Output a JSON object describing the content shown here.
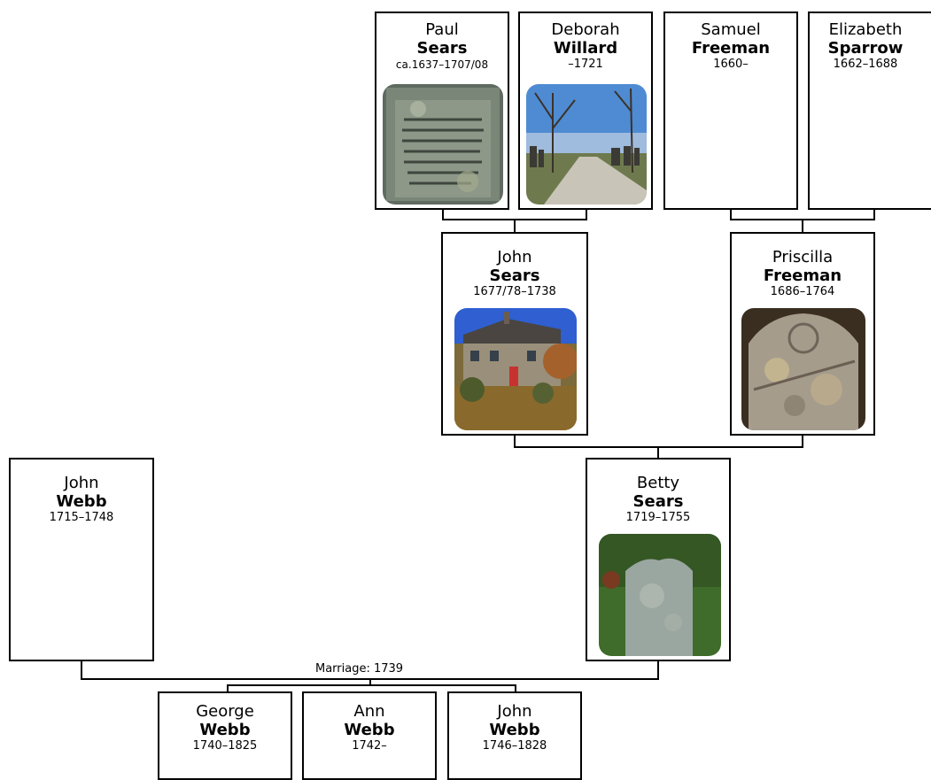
{
  "people": {
    "paul_sears": {
      "given": "Paul",
      "surname": "Sears",
      "dates": "ca.1637–1707/08"
    },
    "deborah_willard": {
      "given": "Deborah",
      "surname": "Willard",
      "dates": "–1721"
    },
    "samuel_freeman": {
      "given": "Samuel",
      "surname": "Freeman",
      "dates": "1660–"
    },
    "elizabeth_sparrow": {
      "given": "Elizabeth",
      "surname": "Sparrow",
      "dates": "1662–1688"
    },
    "john_sears": {
      "given": "John",
      "surname": "Sears",
      "dates": "1677/78–1738"
    },
    "priscilla_freeman": {
      "given": "Priscilla",
      "surname": "Freeman",
      "dates": "1686–1764"
    },
    "john_webb": {
      "given": "John",
      "surname": "Webb",
      "dates": "1715–1748"
    },
    "betty_sears": {
      "given": "Betty",
      "surname": "Sears",
      "dates": "1719–1755"
    },
    "george_webb": {
      "given": "George",
      "surname": "Webb",
      "dates": "1740–1825"
    },
    "ann_webb": {
      "given": "Ann",
      "surname": "Webb",
      "dates": "1742–"
    },
    "john_webb_jr": {
      "given": "John",
      "surname": "Webb",
      "dates": "1746–1828"
    }
  },
  "marriage_label": "Marriage: 1739"
}
